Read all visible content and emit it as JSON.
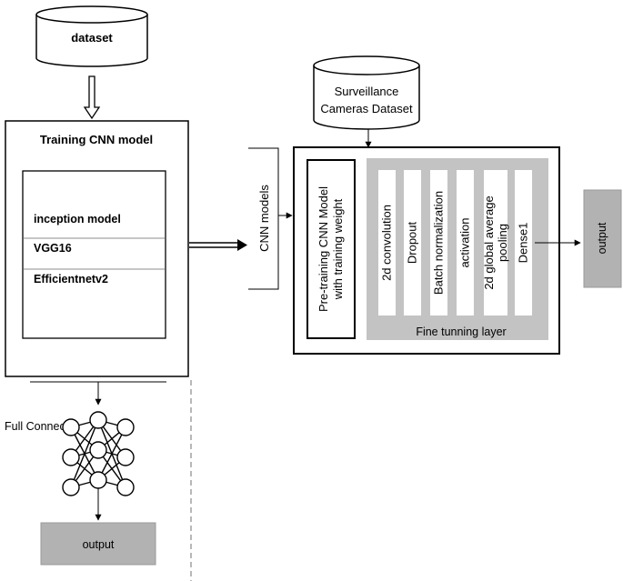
{
  "left": {
    "dataset_label": "dataset",
    "training_title": "Training CNN model",
    "models": [
      "inception model",
      "VGG16",
      "Efficientnetv2"
    ],
    "full_connect_label": "Full Connect",
    "output_label": "output"
  },
  "right": {
    "surveillance_label": [
      "Surveillance",
      "Cameras Dataset"
    ],
    "cnn_models_label": "CNN models",
    "pretraining_label": [
      "Pre-training CNN Model",
      "with training weight"
    ],
    "fine_tuning_layers": [
      [
        "2d convolution"
      ],
      [
        "Dropout"
      ],
      [
        "Batch normalization"
      ],
      [
        "activation"
      ],
      [
        "2d global average",
        "pooling"
      ],
      [
        "Dense1"
      ]
    ],
    "fine_tuning_title": "Fine tunning layer",
    "output_label": "output"
  },
  "colors": {
    "output_box_fill": "#b2b2b2",
    "fine_tuning_fill": "#c3c3c3",
    "stroke": "#000000"
  }
}
